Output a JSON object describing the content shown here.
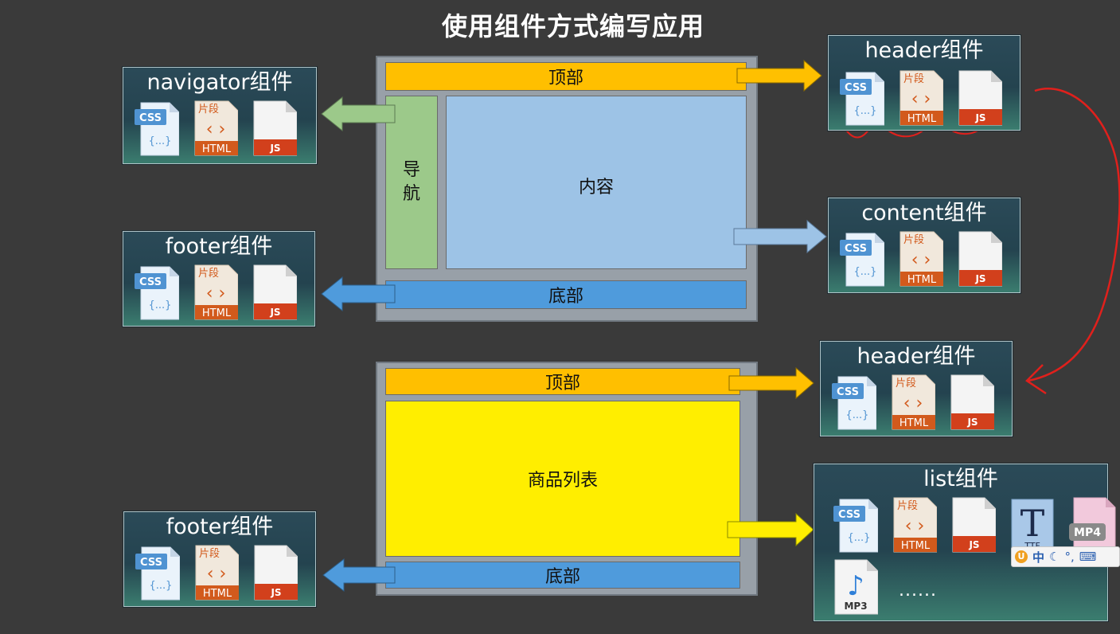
{
  "title": "使用组件方式编写应用",
  "layout1": {
    "top": "顶部",
    "nav_1": "导",
    "nav_2": "航",
    "content": "内容",
    "bottom": "底部"
  },
  "layout2": {
    "top": "顶部",
    "list": "商品列表",
    "bottom": "底部"
  },
  "components": {
    "navigator": "navigator组件",
    "footer_a": "footer组件",
    "header_a": "header组件",
    "content": "content组件",
    "header_b": "header组件",
    "footer_b": "footer组件",
    "list": "list组件"
  },
  "file_labels": {
    "css": "CSS",
    "css_body": "{...}",
    "html_tag": "片段",
    "html_label": "HTML",
    "js": "JS",
    "ttf": "TTF",
    "mp4": "MP4",
    "mp3": "MP3"
  },
  "more": "......",
  "ime": {
    "lang": "中"
  },
  "colors": {
    "header_bar": "#ffbf00",
    "footer_bar": "#4f9bdc",
    "nav_bar": "#9cc98a",
    "content_bar": "#9dc3e6",
    "list_bar": "#ffee00",
    "annotation": "#e0201c"
  },
  "icons": [
    "css-file-icon",
    "html-file-icon",
    "js-file-icon",
    "ttf-file-icon",
    "mp4-file-icon",
    "mp3-file-icon"
  ]
}
